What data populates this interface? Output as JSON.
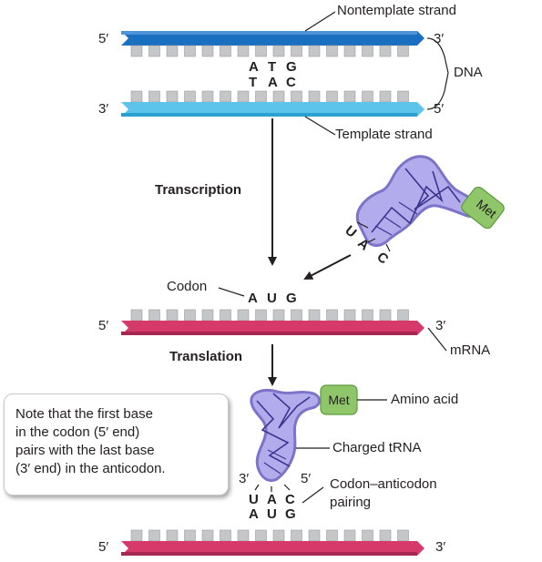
{
  "labels": {
    "nontemplate": "Nontemplate strand",
    "dna": "DNA",
    "template": "Template strand",
    "transcription": "Transcription",
    "codon": "Codon",
    "translation": "Translation",
    "mrna": "mRNA",
    "amino_acid": "Amino acid",
    "charged_trna": "Charged tRNA",
    "codon_anticodon_1": "Codon–anticodon",
    "codon_anticodon_2": "pairing",
    "met_top": "Met",
    "met_bottom": "Met"
  },
  "ends": {
    "dna_top_left": "5′",
    "dna_top_right": "3′",
    "dna_bot_left": "3′",
    "dna_bot_right": "5′",
    "mrna_left": "5′",
    "mrna_right": "3′",
    "trna_left": "3′",
    "trna_right": "5′",
    "bottom_left": "5′",
    "bottom_right": "3′"
  },
  "bases": {
    "nontemplate": [
      "A",
      "T",
      "G"
    ],
    "template": [
      "T",
      "A",
      "C"
    ],
    "anticodon_top": [
      "U",
      "A",
      "C"
    ],
    "mrna_codon": [
      "A",
      "U",
      "G"
    ],
    "anticodon_bottom": [
      "U",
      "A",
      "C"
    ],
    "codon_bottom": [
      "A",
      "U",
      "G"
    ]
  },
  "note": [
    "Note that the first base",
    "in the codon (5′ end)",
    "pairs with the last base",
    "(3′ end) in the anticodon."
  ],
  "colors": {
    "dna_top": "#1b6fc0",
    "dna_bottom": "#5cc3ea",
    "mrna": "#d63a6a",
    "base_block": "#c4c6c8",
    "trna": "#8f86d6",
    "met": "#8fc66a"
  }
}
